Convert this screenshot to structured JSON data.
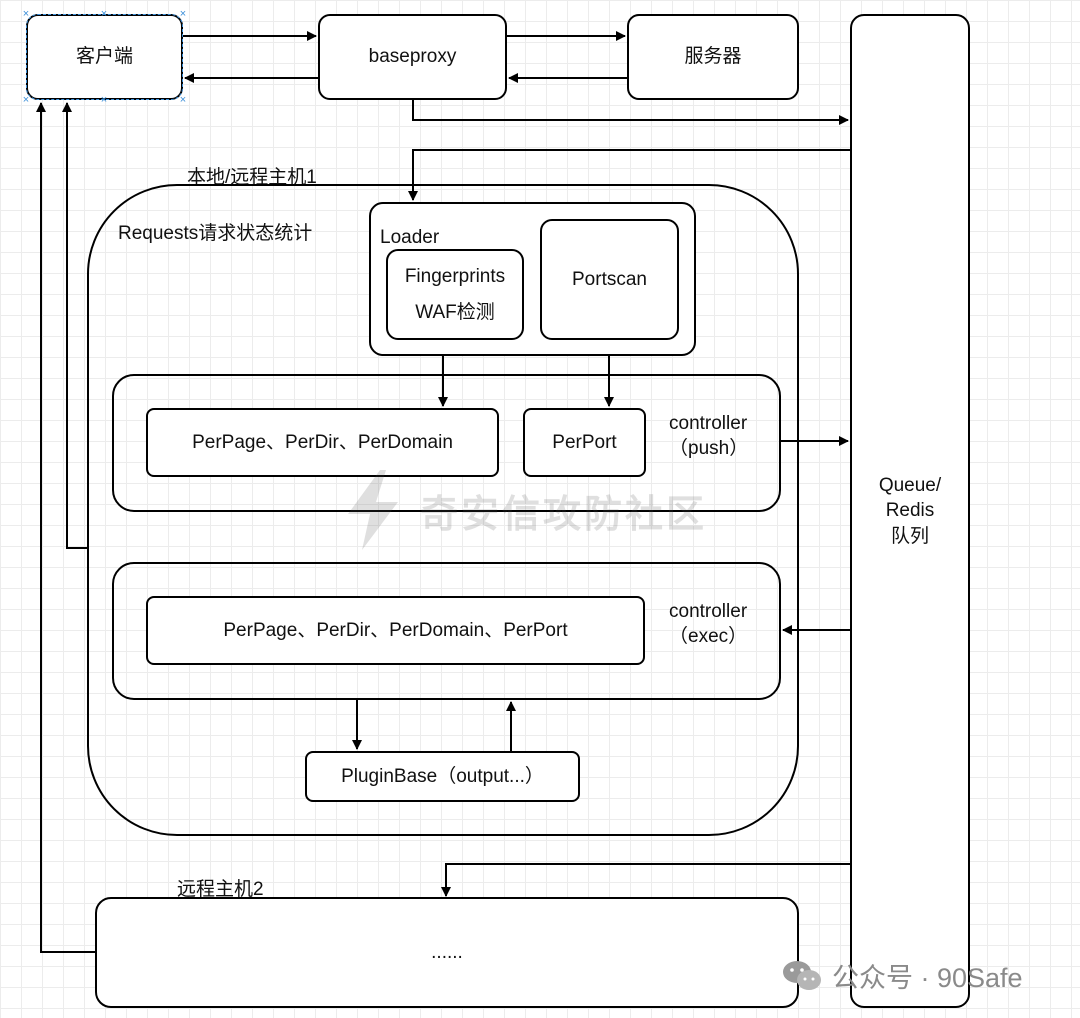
{
  "nodes": {
    "client": "客户端",
    "baseproxy": "baseproxy",
    "server": "服务器",
    "queue_line1": "Queue/",
    "queue_line2": "Redis",
    "queue_line3": "队列",
    "host1_label": "本地/远程主机1",
    "requests_stats": "Requests请求状态统计",
    "loader": "Loader",
    "fingerprints": "Fingerprints",
    "waf": "WAF检测",
    "portscan": "Portscan",
    "push_items": "PerPage、PerDir、PerDomain",
    "perport": "PerPort",
    "controller_push_1": "controller",
    "controller_push_2": "（push）",
    "exec_items": "PerPage、PerDir、PerDomain、PerPort",
    "controller_exec_1": "controller",
    "controller_exec_2": "（exec）",
    "pluginbase": "PluginBase（output...）",
    "host2_label": "远程主机2",
    "host2_content": "......"
  },
  "watermark": {
    "text": "奇安信攻防社区"
  },
  "footer": {
    "text": "公众号 · 90Safe"
  },
  "colors": {
    "stroke": "#000000",
    "selection": "#3b8fd9",
    "grid": "#ececec"
  },
  "icons": [
    "lightning-bolt-icon",
    "wechat-icon"
  ]
}
